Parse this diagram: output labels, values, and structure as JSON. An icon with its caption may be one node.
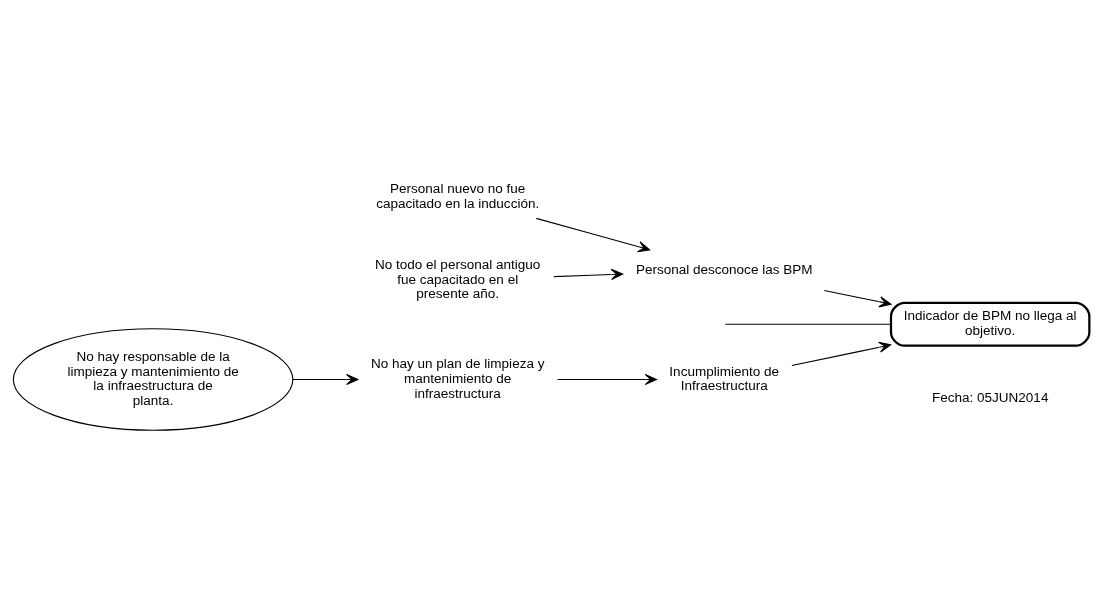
{
  "diagram": {
    "nodes": [
      {
        "text": [
          "Incumplimiento de Infraestructura"
        ]
      },
      {
        "text": [
          "No hay responsable de la limpieza y mantenimiento de la infraestructura de planta."
        ]
      },
      {
        "text": [
          "No hay un plan de limpieza y mantenimiento de infraestructura"
        ]
      },
      {
        "text": [
          "Indicador de BPM no llega al objetivo."
        ]
      },
      {
        "text": [
          "Personal nuevo no fue capacitado en la inducción."
        ]
      },
      {
        "text": [
          "No todo el personal antiguo fue capacitado en el presente año."
        ]
      },
      {
        "text": [
          "Personal desconoce las BPM"
        ]
      }
    ],
    "edges": [
      {
        "from": null,
        "to": 3,
        "arrow": "none"
      },
      {
        "from": 0,
        "to": 3,
        "arrow": "to"
      },
      {
        "from": 2,
        "to": 0,
        "arrow": "to"
      },
      {
        "from": 1,
        "to": 2,
        "arrow": "to"
      },
      {
        "from": 6,
        "to": 3,
        "arrow": "to"
      },
      {
        "from": 4,
        "to": 6,
        "arrow": "to"
      },
      {
        "from": 5,
        "to": 6,
        "arrow": "to"
      }
    ],
    "labels": [
      "Fecha: 05JUN2014"
    ]
  }
}
